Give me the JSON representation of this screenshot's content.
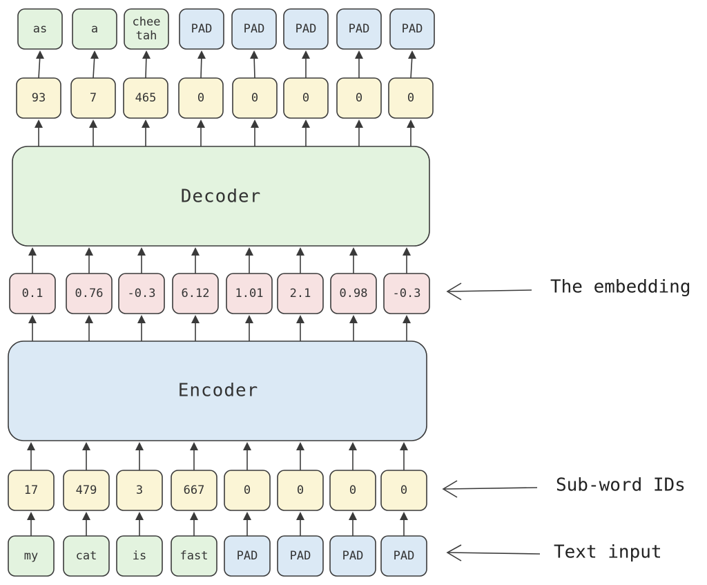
{
  "colors": {
    "green": "#e3f3df",
    "yellow": "#fbf5d6",
    "blue": "#dbe9f5",
    "red": "#f7e2e2",
    "decoder": "#e3f3df",
    "encoder": "#dbe9f5",
    "stroke": "#3a3a3a"
  },
  "decoder": {
    "label": "Decoder"
  },
  "encoder": {
    "label": "Encoder"
  },
  "side_labels": {
    "embedding": "The embedding",
    "subword_ids": "Sub-word IDs",
    "text_input": "Text input"
  },
  "rows": {
    "output_tokens": [
      {
        "text": "as",
        "color": "green"
      },
      {
        "text": "a",
        "color": "green"
      },
      {
        "text": "chee\ntah",
        "color": "green"
      },
      {
        "text": "PAD",
        "color": "blue"
      },
      {
        "text": "PAD",
        "color": "blue"
      },
      {
        "text": "PAD",
        "color": "blue"
      },
      {
        "text": "PAD",
        "color": "blue"
      },
      {
        "text": "PAD",
        "color": "blue"
      }
    ],
    "output_ids": [
      {
        "text": "93",
        "color": "yellow"
      },
      {
        "text": "7",
        "color": "yellow"
      },
      {
        "text": "465",
        "color": "yellow"
      },
      {
        "text": "0",
        "color": "yellow"
      },
      {
        "text": "0",
        "color": "yellow"
      },
      {
        "text": "0",
        "color": "yellow"
      },
      {
        "text": "0",
        "color": "yellow"
      },
      {
        "text": "0",
        "color": "yellow"
      }
    ],
    "embedding": [
      {
        "text": "0.1",
        "color": "red"
      },
      {
        "text": "0.76",
        "color": "red"
      },
      {
        "text": "-0.3",
        "color": "red"
      },
      {
        "text": "6.12",
        "color": "red"
      },
      {
        "text": "1.01",
        "color": "red"
      },
      {
        "text": "2.1",
        "color": "red"
      },
      {
        "text": "0.98",
        "color": "red"
      },
      {
        "text": "-0.3",
        "color": "red"
      }
    ],
    "input_ids": [
      {
        "text": "17",
        "color": "yellow"
      },
      {
        "text": "479",
        "color": "yellow"
      },
      {
        "text": "3",
        "color": "yellow"
      },
      {
        "text": "667",
        "color": "yellow"
      },
      {
        "text": "0",
        "color": "yellow"
      },
      {
        "text": "0",
        "color": "yellow"
      },
      {
        "text": "0",
        "color": "yellow"
      },
      {
        "text": "0",
        "color": "yellow"
      }
    ],
    "input_tokens": [
      {
        "text": "my",
        "color": "green"
      },
      {
        "text": "cat",
        "color": "green"
      },
      {
        "text": "is",
        "color": "green"
      },
      {
        "text": "fast",
        "color": "green"
      },
      {
        "text": "PAD",
        "color": "blue"
      },
      {
        "text": "PAD",
        "color": "blue"
      },
      {
        "text": "PAD",
        "color": "blue"
      },
      {
        "text": "PAD",
        "color": "blue"
      }
    ]
  }
}
